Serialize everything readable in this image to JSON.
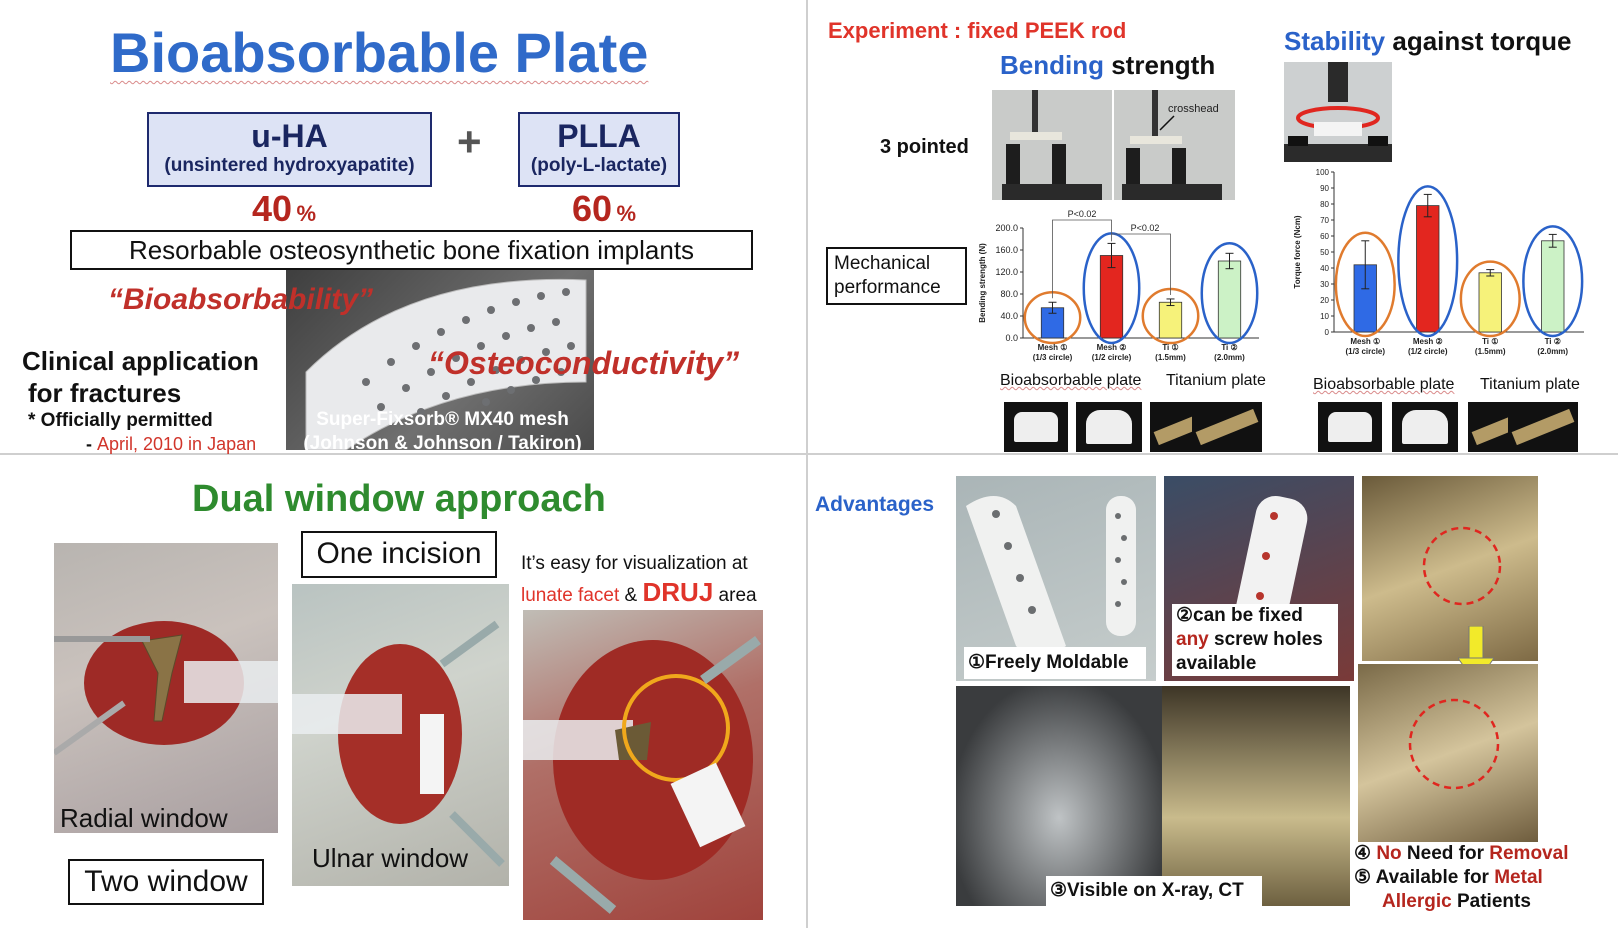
{
  "q1": {
    "title": "Bioabsorbable Plate",
    "box1_main": "u-HA",
    "box1_sub": "(unsintered hydroxyapatite)",
    "plus": "+",
    "box2_main": "PLLA",
    "box2_sub": "(poly-L-lactate)",
    "pct1_num": "40",
    "pct2_num": "60",
    "pct_sign": "%",
    "banner": "Resorbable osteosynthetic bone fixation implants",
    "bioabs": "“Bioabsorbability”",
    "osteo": "“Osteoconductivity”",
    "clinical_l1": "Clinical application",
    "clinical_l2": "for fractures",
    "permitted": "* Officially permitted",
    "date_dash": "- ",
    "date": "April, 2010 in Japan",
    "product_l1": "Super-Fixsorb® MX40 mesh",
    "product_l2": "(Johnson & Johnson / Takiron)"
  },
  "q2": {
    "experiment": "Experiment : fixed PEEK rod",
    "bending_word": "Bending",
    "strength_word": " strength",
    "stability_word": "Stability",
    "against_word": " against torque",
    "three_pointed": "3 pointed",
    "crosshead": "crosshead",
    "mech_l1": "Mechanical",
    "mech_l2": "performance",
    "bio_label_a": "Bioabsorbable plate",
    "ti_label_a": "Titanium plate",
    "bio_label_b": "Bioabsorbable plate",
    "ti_label_b": "Titanium plate"
  },
  "chart_data": [
    {
      "type": "bar",
      "ylabel": "Bending strength (N)",
      "ylim": [
        0,
        200
      ],
      "yticks": [
        "0.0",
        "40.0",
        "80.0",
        "120.0",
        "160.0",
        "200.0"
      ],
      "categories": [
        "Mesh ①\n(1/3 circle)",
        "Mesh ②\n(1/2 circle)",
        "Ti ①\n(1.5mm)",
        "Ti ②\n(2.0mm)"
      ],
      "values": [
        55,
        150,
        65,
        140
      ],
      "errors": [
        10,
        22,
        6,
        14
      ],
      "colors": [
        "#2f6ae5",
        "#e3261f",
        "#f6f27a",
        "#ccf2c6"
      ],
      "annotations": [
        "P<0.02",
        "P<0.02"
      ]
    },
    {
      "type": "bar",
      "ylabel": "Torque force (Ncm)",
      "ylim": [
        0,
        100
      ],
      "yticks": [
        "0",
        "10",
        "20",
        "30",
        "40",
        "50",
        "60",
        "70",
        "80",
        "90",
        "100"
      ],
      "categories": [
        "Mesh ①\n(1/3 circle)",
        "Mesh ②\n(1/2 circle)",
        "Ti ①\n(1.5mm)",
        "Ti ②\n(2.0mm)"
      ],
      "values": [
        42,
        79,
        37,
        57
      ],
      "errors": [
        15,
        7,
        2,
        4
      ],
      "colors": [
        "#2f6ae5",
        "#e3261f",
        "#f6f27a",
        "#ccf2c6"
      ]
    }
  ],
  "q3": {
    "title": "Dual window approach",
    "one_incision": "One incision",
    "easy_l1": "It’s easy for visualization at",
    "lunate": "lunate facet",
    "amp": " & ",
    "druj": "DRUJ",
    "area": " area",
    "radial": "Radial window",
    "ulnar": "Ulnar window",
    "two_window": "Two window"
  },
  "q4": {
    "advantages": "Advantages",
    "adv1": "①Freely Moldable",
    "adv2_l1": "②can be fixed",
    "adv2_any": "any",
    "adv2_rest": " screw holes",
    "adv2_l3": "available",
    "adv3": "③Visible on X-ray, CT",
    "adv4_num": "④ ",
    "adv4_no": "No",
    "adv4_mid": " Need for ",
    "adv4_removal": "Removal",
    "adv5_num": "⑤ Available for ",
    "adv5_metal": "Metal",
    "adv5_allergic": "Allergic",
    "adv5_patients": " Patients"
  }
}
